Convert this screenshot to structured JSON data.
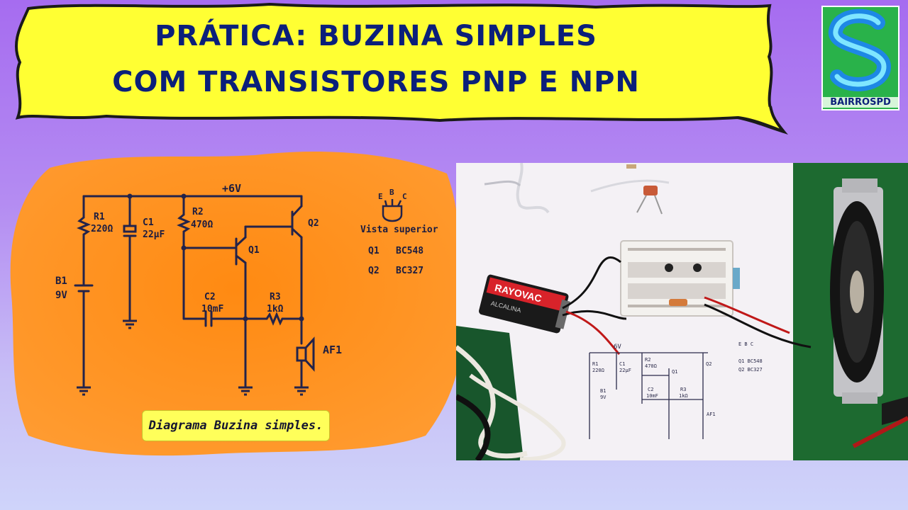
{
  "title": {
    "line1": "PRÁTICA: BUZINA SIMPLES",
    "line2": "COM TRANSISTORES PNP E NPN"
  },
  "logo": {
    "text": "BAIRROSPD",
    "letter": "S"
  },
  "schematic": {
    "supply": "+6V",
    "r1": {
      "name": "R1",
      "value": "220Ω"
    },
    "c1": {
      "name": "C1",
      "value": "22μF"
    },
    "r2": {
      "name": "R2",
      "value": "470Ω"
    },
    "q2": "Q2",
    "q1": "Q1",
    "b1": {
      "name": "B1",
      "value": "9V"
    },
    "c2": {
      "name": "C2",
      "value": "10mF"
    },
    "r3": {
      "name": "R3",
      "value": "1kΩ"
    },
    "af1": "AF1",
    "pinout": {
      "e": "E",
      "b": "B",
      "c": "C",
      "label": "Vista superior"
    },
    "parts": [
      {
        "ref": "Q1",
        "model": "BC548"
      },
      {
        "ref": "Q2",
        "model": "BC327"
      }
    ],
    "caption": "Diagrama Buzina simples."
  },
  "photo": {
    "battery_brand": "RAYOVAC",
    "battery_sub": "ALCALINA",
    "sheet": {
      "supply": "6V",
      "r1": "R1",
      "r1v": "220Ω",
      "c1": "C1",
      "c1v": "22μF",
      "r2": "R2",
      "r2v": "470Ω",
      "q1": "Q1",
      "q2": "Q2",
      "b1": "B1",
      "b1v": "9V",
      "c2": "C2",
      "c2v": "10mF",
      "r3": "R3",
      "r3v": "1kΩ",
      "af1": "AF1",
      "ebc": "E B C",
      "p1": "Q1 BC548",
      "p2": "Q2 BC327"
    }
  },
  "colors": {
    "banner_fill": "#ffff33",
    "title_text": "#0b1f7a",
    "blob": "#ff8c1a",
    "logo_bg": "#29b24a",
    "wire": "#23234a"
  }
}
